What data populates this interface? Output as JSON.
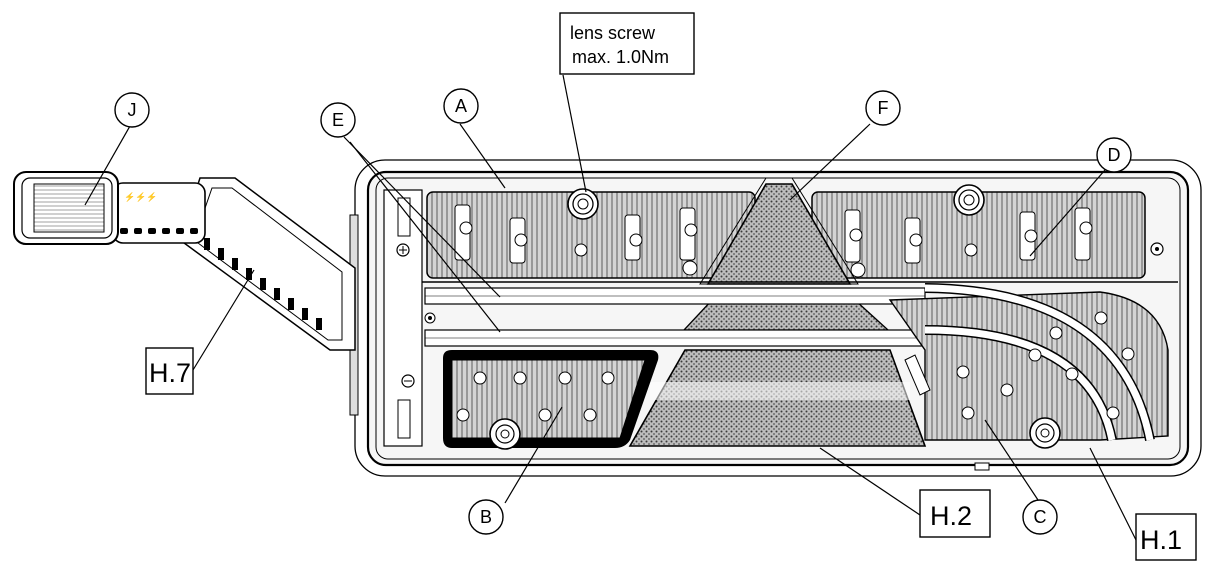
{
  "note": {
    "line1": "lens screw",
    "line2": "max. 1.0Nm"
  },
  "circle_labels": {
    "a": "A",
    "b": "B",
    "c": "C",
    "d": "D",
    "e": "E",
    "f": "F",
    "j": "J"
  },
  "box_labels": {
    "h1": "H.1",
    "h2": "H.2",
    "h7": "H.7"
  }
}
